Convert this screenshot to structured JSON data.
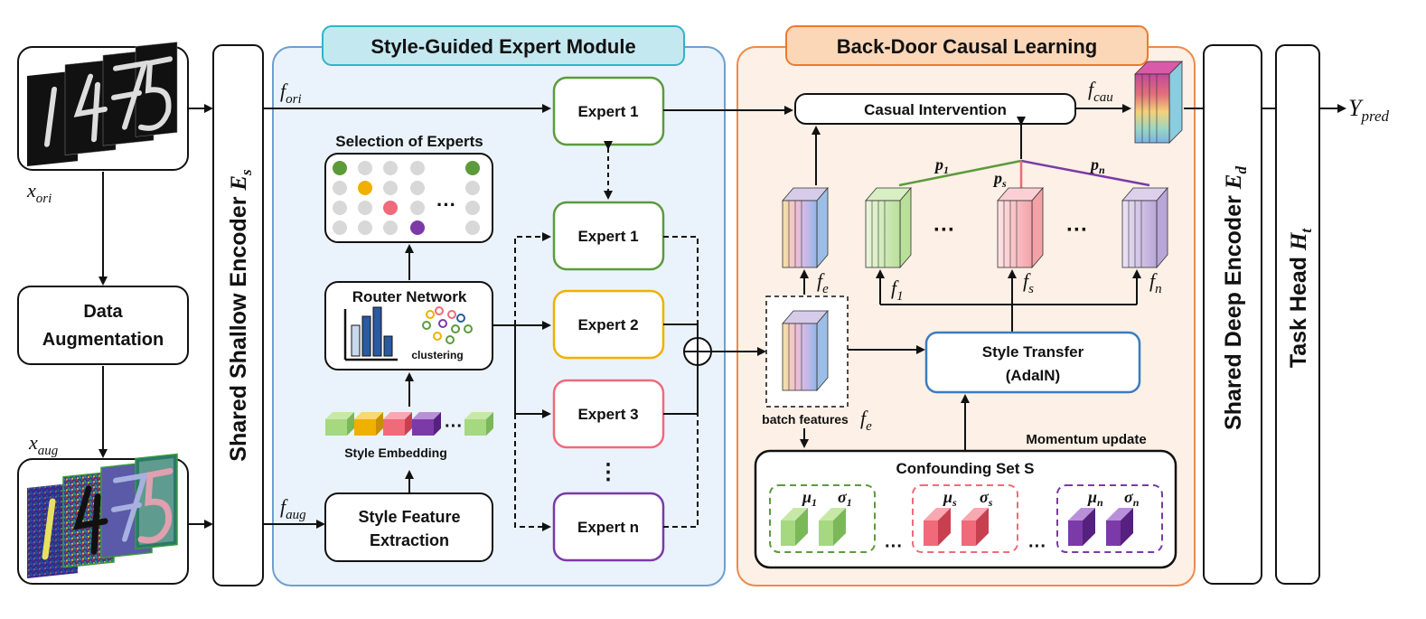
{
  "inputs": {
    "x_ori_label": "x",
    "x_ori_sub": "ori",
    "x_aug_label": "x",
    "x_aug_sub": "aug",
    "digits": "1475"
  },
  "data_augmentation": {
    "line1": "Data",
    "line2": "Augmentation"
  },
  "shared_shallow_encoder": {
    "label": "Shared Shallow Encoder ",
    "symbol": "E",
    "sub": "s"
  },
  "style_guided_module": {
    "title": "Style-Guided Expert Module",
    "f_ori": "f",
    "f_ori_sub": "ori",
    "f_aug": "f",
    "f_aug_sub": "aug",
    "selection_title": "Selection of Experts",
    "selection_ellipsis": "···",
    "router_title": "Router Network",
    "clustering_label": "clustering",
    "style_embedding_label": "Style Embedding",
    "style_feature_line1": "Style Feature",
    "style_feature_line2": "Extraction",
    "experts": [
      "Expert 1",
      "Expert 1",
      "Expert 2",
      "Expert 3",
      "Expert n"
    ],
    "expert_vdots": "⋮",
    "embed_ellipsis": "···"
  },
  "back_door": {
    "title": "Back-Door Causal Learning",
    "intervention": "Casual Intervention",
    "f_cau": "f",
    "f_cau_sub": "cau",
    "p1": "p",
    "p1_sub": "1",
    "ps": "p",
    "ps_sub": "s",
    "pn": "p",
    "pn_sub": "n",
    "fe": "f",
    "fe_sub": "e",
    "f1": "f",
    "f1_sub": "1",
    "fs": "f",
    "fs_sub": "s",
    "fn": "f",
    "fn_sub": "n",
    "ellipsis": "···",
    "batch_features": "batch features",
    "batch_fe": "f",
    "batch_fe_sub": "e",
    "style_transfer_line1": "Style Transfer",
    "style_transfer_line2": "(AdaIN)",
    "momentum_update": "Momentum update",
    "confounding_title": "Confounding Set S",
    "mu1": "μ",
    "mu1_sub": "1",
    "sigma1": "σ",
    "sigma1_sub": "1",
    "mus": "μ",
    "mus_sub": "s",
    "sigmas": "σ",
    "sigmas_sub": "s",
    "mun": "μ",
    "mun_sub": "n",
    "sigman": "σ",
    "sigman_sub": "n"
  },
  "shared_deep_encoder": {
    "label": "Shared Deep Encoder ",
    "symbol": "E",
    "sub": "d"
  },
  "task_head": {
    "label": "Task Head ",
    "symbol": "H",
    "sub": "t"
  },
  "output": {
    "label": "Y",
    "sub": "pred"
  },
  "colors": {
    "module_bg": "#eaf3fb",
    "module_border": "#6e9fcf",
    "module_title_bg": "#c4e8f0",
    "module_title_border": "#2fb4c8",
    "causal_bg": "#fdf0e6",
    "causal_border": "#ee8a4a",
    "causal_title_bg": "#fbd7b8",
    "causal_title_border": "#ee7a2c",
    "green": "#5b9b3c",
    "yellow": "#f0b000",
    "pink": "#f06a7a",
    "purple": "#7b3aa8",
    "blue": "#3a7cc2"
  }
}
